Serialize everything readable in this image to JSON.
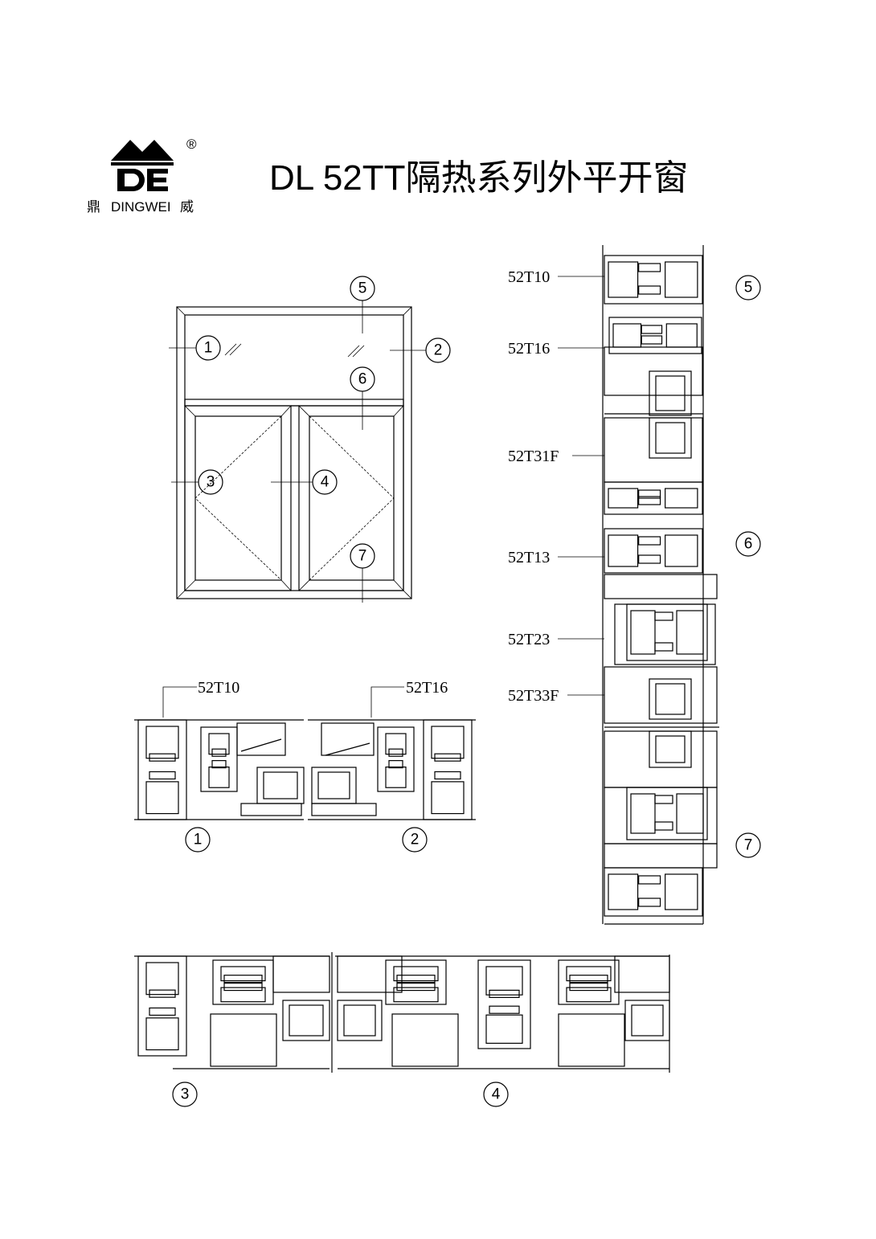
{
  "header": {
    "logo": {
      "letters": "DE",
      "brand": "DINGWEI",
      "left_char": "鼎",
      "right_char": "威",
      "registered": "®"
    },
    "title": "DL 52TT隔热系列外平开窗"
  },
  "elevation": {
    "markers": [
      "1",
      "2",
      "3",
      "4",
      "5",
      "6",
      "7"
    ]
  },
  "horizontal_sections": {
    "top_labels": [
      "52T10",
      "52T16"
    ],
    "top_markers": [
      "1",
      "2"
    ],
    "bottom_markers": [
      "3",
      "4"
    ]
  },
  "vertical_section": {
    "labels": [
      "52T10",
      "52T16",
      "52T31F",
      "52T13",
      "52T23",
      "52T33F"
    ],
    "markers": [
      "5",
      "6",
      "7"
    ]
  }
}
